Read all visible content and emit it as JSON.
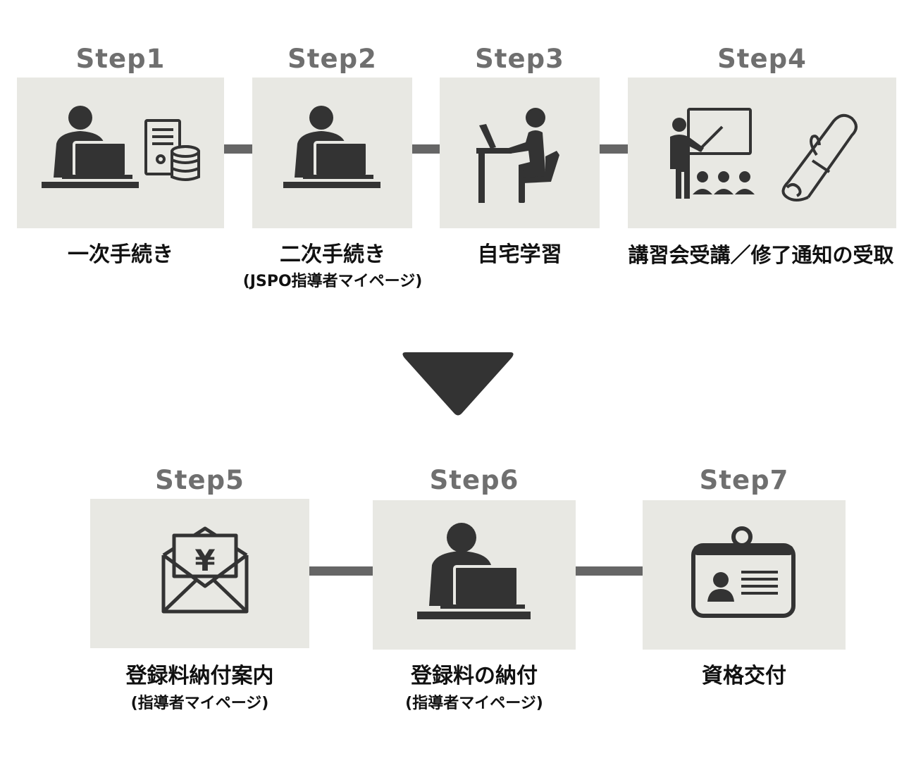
{
  "colors": {
    "box_bg": "#e8e8e3",
    "icon": "#333333",
    "step_label": "#6f6f6f",
    "connector": "#666666",
    "arrow": "#333333"
  },
  "steps": [
    {
      "label": "Step1",
      "title": "一次手続き",
      "sub": "",
      "icon": "person-laptop-server-database-icon"
    },
    {
      "label": "Step2",
      "title": "二次手続き",
      "sub": "(JSPO指導者マイページ)",
      "icon": "person-laptop-icon"
    },
    {
      "label": "Step3",
      "title": "自宅学習",
      "sub": "",
      "icon": "person-studying-at-desk-icon"
    },
    {
      "label": "Step4",
      "title": "講習会受講／修了通知の受取",
      "sub": "",
      "icon": "lecture-and-diploma-icon"
    },
    {
      "label": "Step5",
      "title": "登録料納付案内",
      "sub": "(指導者マイページ)",
      "icon": "yen-envelope-icon"
    },
    {
      "label": "Step6",
      "title": "登録料の納付",
      "sub": "(指導者マイページ)",
      "icon": "person-laptop-icon"
    },
    {
      "label": "Step7",
      "title": "資格交付",
      "sub": "",
      "icon": "id-card-icon"
    }
  ],
  "arrow_icon": "down-triangle-arrow-icon"
}
